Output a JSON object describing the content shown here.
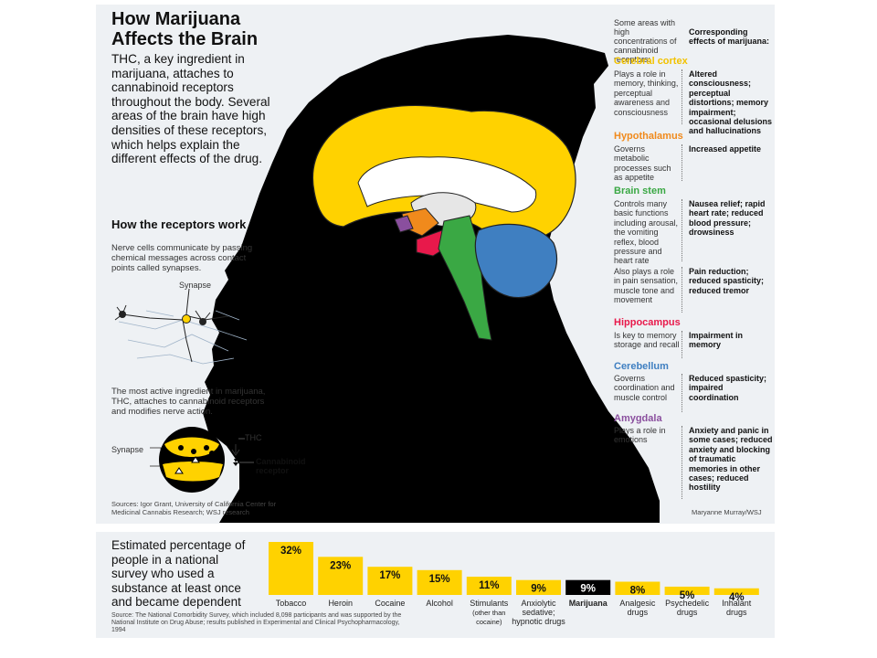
{
  "title": "How Marijuana Affects the Brain",
  "intro": "THC, a key ingredient in marijuana, attaches to cannabinoid receptors throughout the body. Several areas of the brain have high densities of these receptors, which helps explain the different effects of the drug.",
  "receptors": {
    "heading": "How the receptors work",
    "text": "Nerve cells communicate by passing chemical messages across contact points called synapses.",
    "synapse_label": "Synapse",
    "thc_text": "The most active ingredient in marijuana, THC, attaches to cannabinoid receptors and modifies nerve action.",
    "synapse_label_2": "Synapse",
    "thc_legend": "THC",
    "receptor_legend": "Cannabinoid receptor"
  },
  "sources": "Sources: Igor Grant, University of California Center for Medicinal Cannabis Research; WSJ research",
  "credit": "Maryanne Murray/WSJ",
  "column_heads": {
    "left": "Some areas with high concentrations of cannabinoid receptors:",
    "right": "Corresponding effects of marijuana:"
  },
  "regions": [
    {
      "name": "Cerebral cortex",
      "color": "#f2c200",
      "desc": "Plays a role in memory, thinking, perceptual awareness and consciousness",
      "effect": "Altered consciousness; perceptual distortions; memory impairment; occasional delusions and hallucinations"
    },
    {
      "name": "Hypothalamus",
      "color": "#f08a1c",
      "desc": "Governs metabolic processes such as appetite",
      "effect": "Increased appetite"
    },
    {
      "name": "Brain stem",
      "color": "#3aa844",
      "desc": "Controls many basic functions including arousal, the vomiting reflex, blood pressure and heart rate",
      "effect": "Nausea relief; rapid heart rate; reduced blood pressure; drowsiness"
    },
    {
      "name": "",
      "color": "#3aa844",
      "desc": "Also plays a role in pain sensation, muscle tone and movement",
      "effect": "Pain reduction; reduced spasticity; reduced tremor"
    },
    {
      "name": "Hippocampus",
      "color": "#e8194b",
      "desc": "Is key to memory storage and recall",
      "effect": "Impairment in memory"
    },
    {
      "name": "Cerebellum",
      "color": "#3f7fc1",
      "desc": "Governs coordination and muscle control",
      "effect": "Reduced spasticity; impaired coordination"
    },
    {
      "name": "Amygdala",
      "color": "#8a4f9e",
      "desc": "Plays a role in emotions",
      "effect": "Anxiety and panic in some cases; reduced anxiety and blocking of traumatic memories in other cases; reduced hostility"
    }
  ],
  "survey": {
    "text": "Estimated percentage of people in a national survey who used a substance at least once and became dependent",
    "source": "Source: The National Comorbidity Survey, which included 8,098 participants and was supported by the National Institute on Drug Abuse; results published in Experimental and Clinical Psychopharmacology, 1994"
  },
  "colors": {
    "bar": "#ffd200",
    "highlight": "#000000",
    "panel": "#eef1f4"
  },
  "chart_data": {
    "type": "bar",
    "categories": [
      "Tobacco",
      "Heroin",
      "Cocaine",
      "Alcohol",
      "Stimulants",
      "Anxiolytic sedative; hypnotic drugs",
      "Marijuana",
      "Analgesic drugs",
      "Psychedelic drugs",
      "Inhalant drugs"
    ],
    "category_lines": [
      [
        "Tobacco"
      ],
      [
        "Heroin"
      ],
      [
        "Cocaine"
      ],
      [
        "Alcohol"
      ],
      [
        "Stimulants",
        "(other than",
        "cocaine)"
      ],
      [
        "Anxiolytic",
        "sedative;",
        "hypnotic drugs"
      ],
      [
        "Marijuana"
      ],
      [
        "Analgesic",
        "drugs"
      ],
      [
        "Psychedelic",
        "drugs"
      ],
      [
        "Inhalant",
        "drugs"
      ]
    ],
    "values": [
      32,
      23,
      17,
      15,
      11,
      9,
      9,
      8,
      5,
      4
    ],
    "value_labels": [
      "32%",
      "23%",
      "17%",
      "15%",
      "11%",
      "9%",
      "9%",
      "8%",
      "5%",
      "4%"
    ],
    "highlight": "Marijuana",
    "ylim": [
      0,
      32
    ],
    "grid": false
  }
}
